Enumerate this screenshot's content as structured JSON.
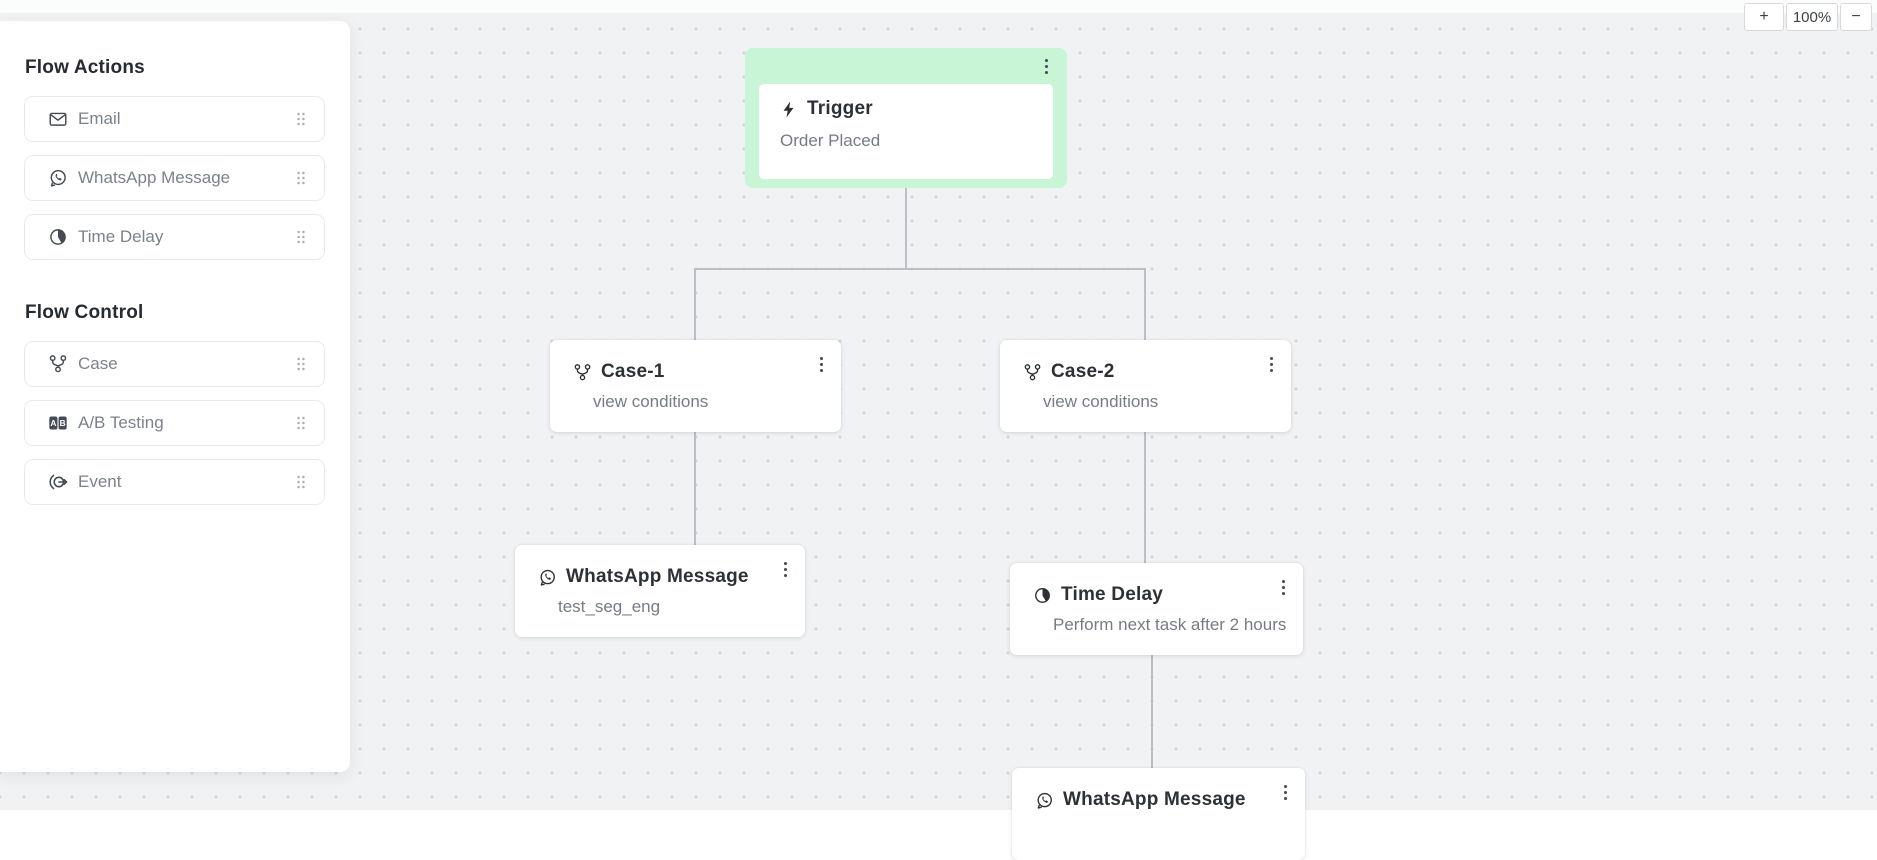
{
  "toolbar": {
    "zoom_in": "+",
    "zoom_level": "100%",
    "zoom_out": "−"
  },
  "sidebar": {
    "sections": [
      {
        "title": "Flow Actions",
        "items": [
          {
            "label": "Email",
            "icon": "email-icon"
          },
          {
            "label": "WhatsApp Message",
            "icon": "whatsapp-icon"
          },
          {
            "label": "Time Delay",
            "icon": "time-delay-icon"
          }
        ]
      },
      {
        "title": "Flow Control",
        "items": [
          {
            "label": "Case",
            "icon": "case-icon"
          },
          {
            "label": "A/B Testing",
            "icon": "ab-testing-icon"
          },
          {
            "label": "Event",
            "icon": "event-icon"
          }
        ]
      }
    ]
  },
  "flow": {
    "nodes": {
      "trigger": {
        "title": "Trigger",
        "subtitle": "Order Placed",
        "icon": "lightning-icon"
      },
      "case1": {
        "title": "Case-1",
        "subtitle": "view conditions",
        "icon": "case-icon"
      },
      "case2": {
        "title": "Case-2",
        "subtitle": "view conditions",
        "icon": "case-icon"
      },
      "whatsapp1": {
        "title": "WhatsApp Message",
        "subtitle": "test_seg_eng",
        "icon": "whatsapp-icon"
      },
      "timedelay": {
        "title": "Time Delay",
        "subtitle": "Perform next task after 2 hours",
        "icon": "time-delay-icon"
      },
      "whatsapp2": {
        "title": "WhatsApp Message",
        "icon": "whatsapp-icon"
      }
    },
    "colors": {
      "trigger_bg": "#C7F5D6",
      "connector": "#BBBFC5"
    }
  }
}
